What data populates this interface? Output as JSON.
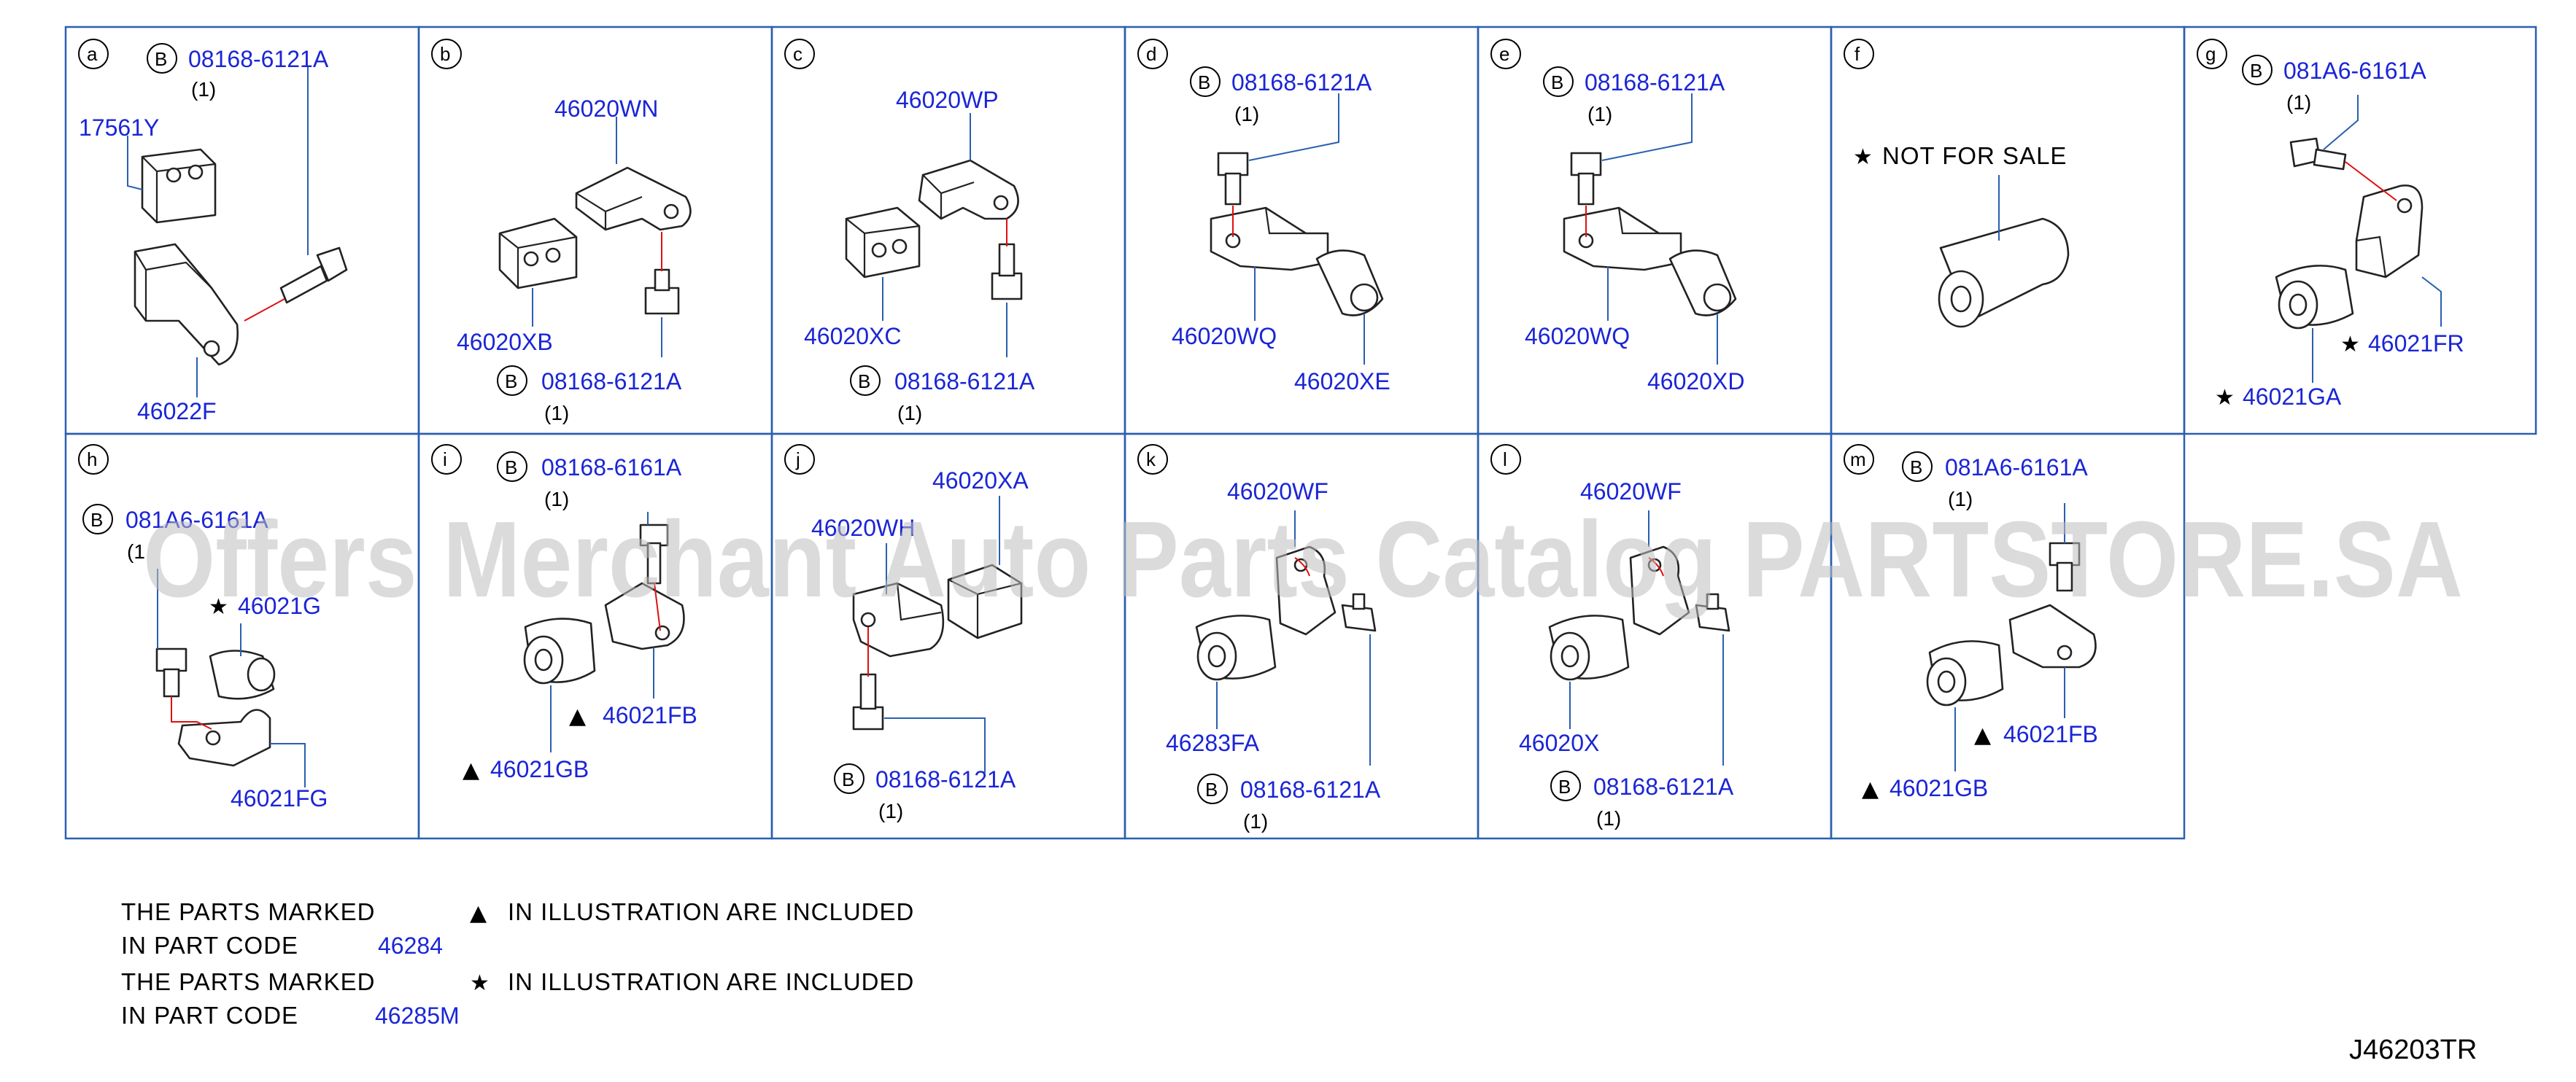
{
  "cells": {
    "a": {
      "letter": "a",
      "bolt": "B",
      "bolt_pn": "08168-6121A",
      "qty": "(1)",
      "p1": "17561Y",
      "p2": "46022F"
    },
    "b": {
      "letter": "b",
      "p1": "46020WN",
      "p2": "46020XB",
      "bolt": "B",
      "bolt_pn": "08168-6121A",
      "qty": "(1)"
    },
    "c": {
      "letter": "c",
      "p1": "46020WP",
      "p2": "46020XC",
      "bolt": "B",
      "bolt_pn": "08168-6121A",
      "qty": "(1)"
    },
    "d": {
      "letter": "d",
      "bolt": "B",
      "bolt_pn": "08168-6121A",
      "qty": "(1)",
      "p1": "46020WQ",
      "p2": "46020XE"
    },
    "e": {
      "letter": "e",
      "bolt": "B",
      "bolt_pn": "08168-6121A",
      "qty": "(1)",
      "p1": "46020WQ",
      "p2": "46020XD"
    },
    "f": {
      "letter": "f",
      "star": "★",
      "nfs": "NOT   FOR   SALE"
    },
    "g": {
      "letter": "g",
      "bolt": "B",
      "bolt_pn": "081A6-6161A",
      "qty": "(1)",
      "star": "★",
      "p1": "46021FR",
      "p2": "46021GA"
    },
    "h": {
      "letter": "h",
      "bolt": "B",
      "bolt_pn": "081A6-6161A",
      "qty": "(1",
      "star": "★",
      "p1": "46021G",
      "p2": "46021FG"
    },
    "i": {
      "letter": "i",
      "bolt": "B",
      "bolt_pn": "08168-6161A",
      "qty": "(1)",
      "tri": "▲",
      "p1": "46021FB",
      "p2": "46021GB"
    },
    "j": {
      "letter": "j",
      "p1": "46020XA",
      "p2": "46020WH",
      "bolt": "B",
      "bolt_pn": "08168-6121A",
      "qty": "(1)"
    },
    "k": {
      "letter": "k",
      "p1": "46020WF",
      "p2": "46283FA",
      "bolt": "B",
      "bolt_pn": "08168-6121A",
      "qty": "(1)"
    },
    "l": {
      "letter": "l",
      "p1": "46020WF",
      "p2": "46020X",
      "bolt": "B",
      "bolt_pn": "08168-6121A",
      "qty": "(1)"
    },
    "m": {
      "letter": "m",
      "bolt": "B",
      "bolt_pn": "081A6-6161A",
      "qty": "(1)",
      "tri": "▲",
      "p1": "46021FB",
      "p2": "46021GB"
    }
  },
  "notes": {
    "line1a": "THE   PARTS   MARKED",
    "tri": "▲",
    "line1b": "IN   ILLUSTRATION   ARE   INCLUDED",
    "line2": "IN   PART   CODE",
    "code1": "46284",
    "line3a": "THE   PARTS   MARKED",
    "star": "★",
    "line3b": "IN   ILLUSTRATION   ARE   INCLUDED",
    "line4": "IN   PART   CODE",
    "code2": "46285M"
  },
  "diagram_code": "J46203TR",
  "watermark": "Offers Merchant Auto Parts Catalog PARTSTORE.SA",
  "colors": {
    "part_number": "#1a25d6",
    "border": "#2a5fb0",
    "bolt_line": "#e01010"
  }
}
